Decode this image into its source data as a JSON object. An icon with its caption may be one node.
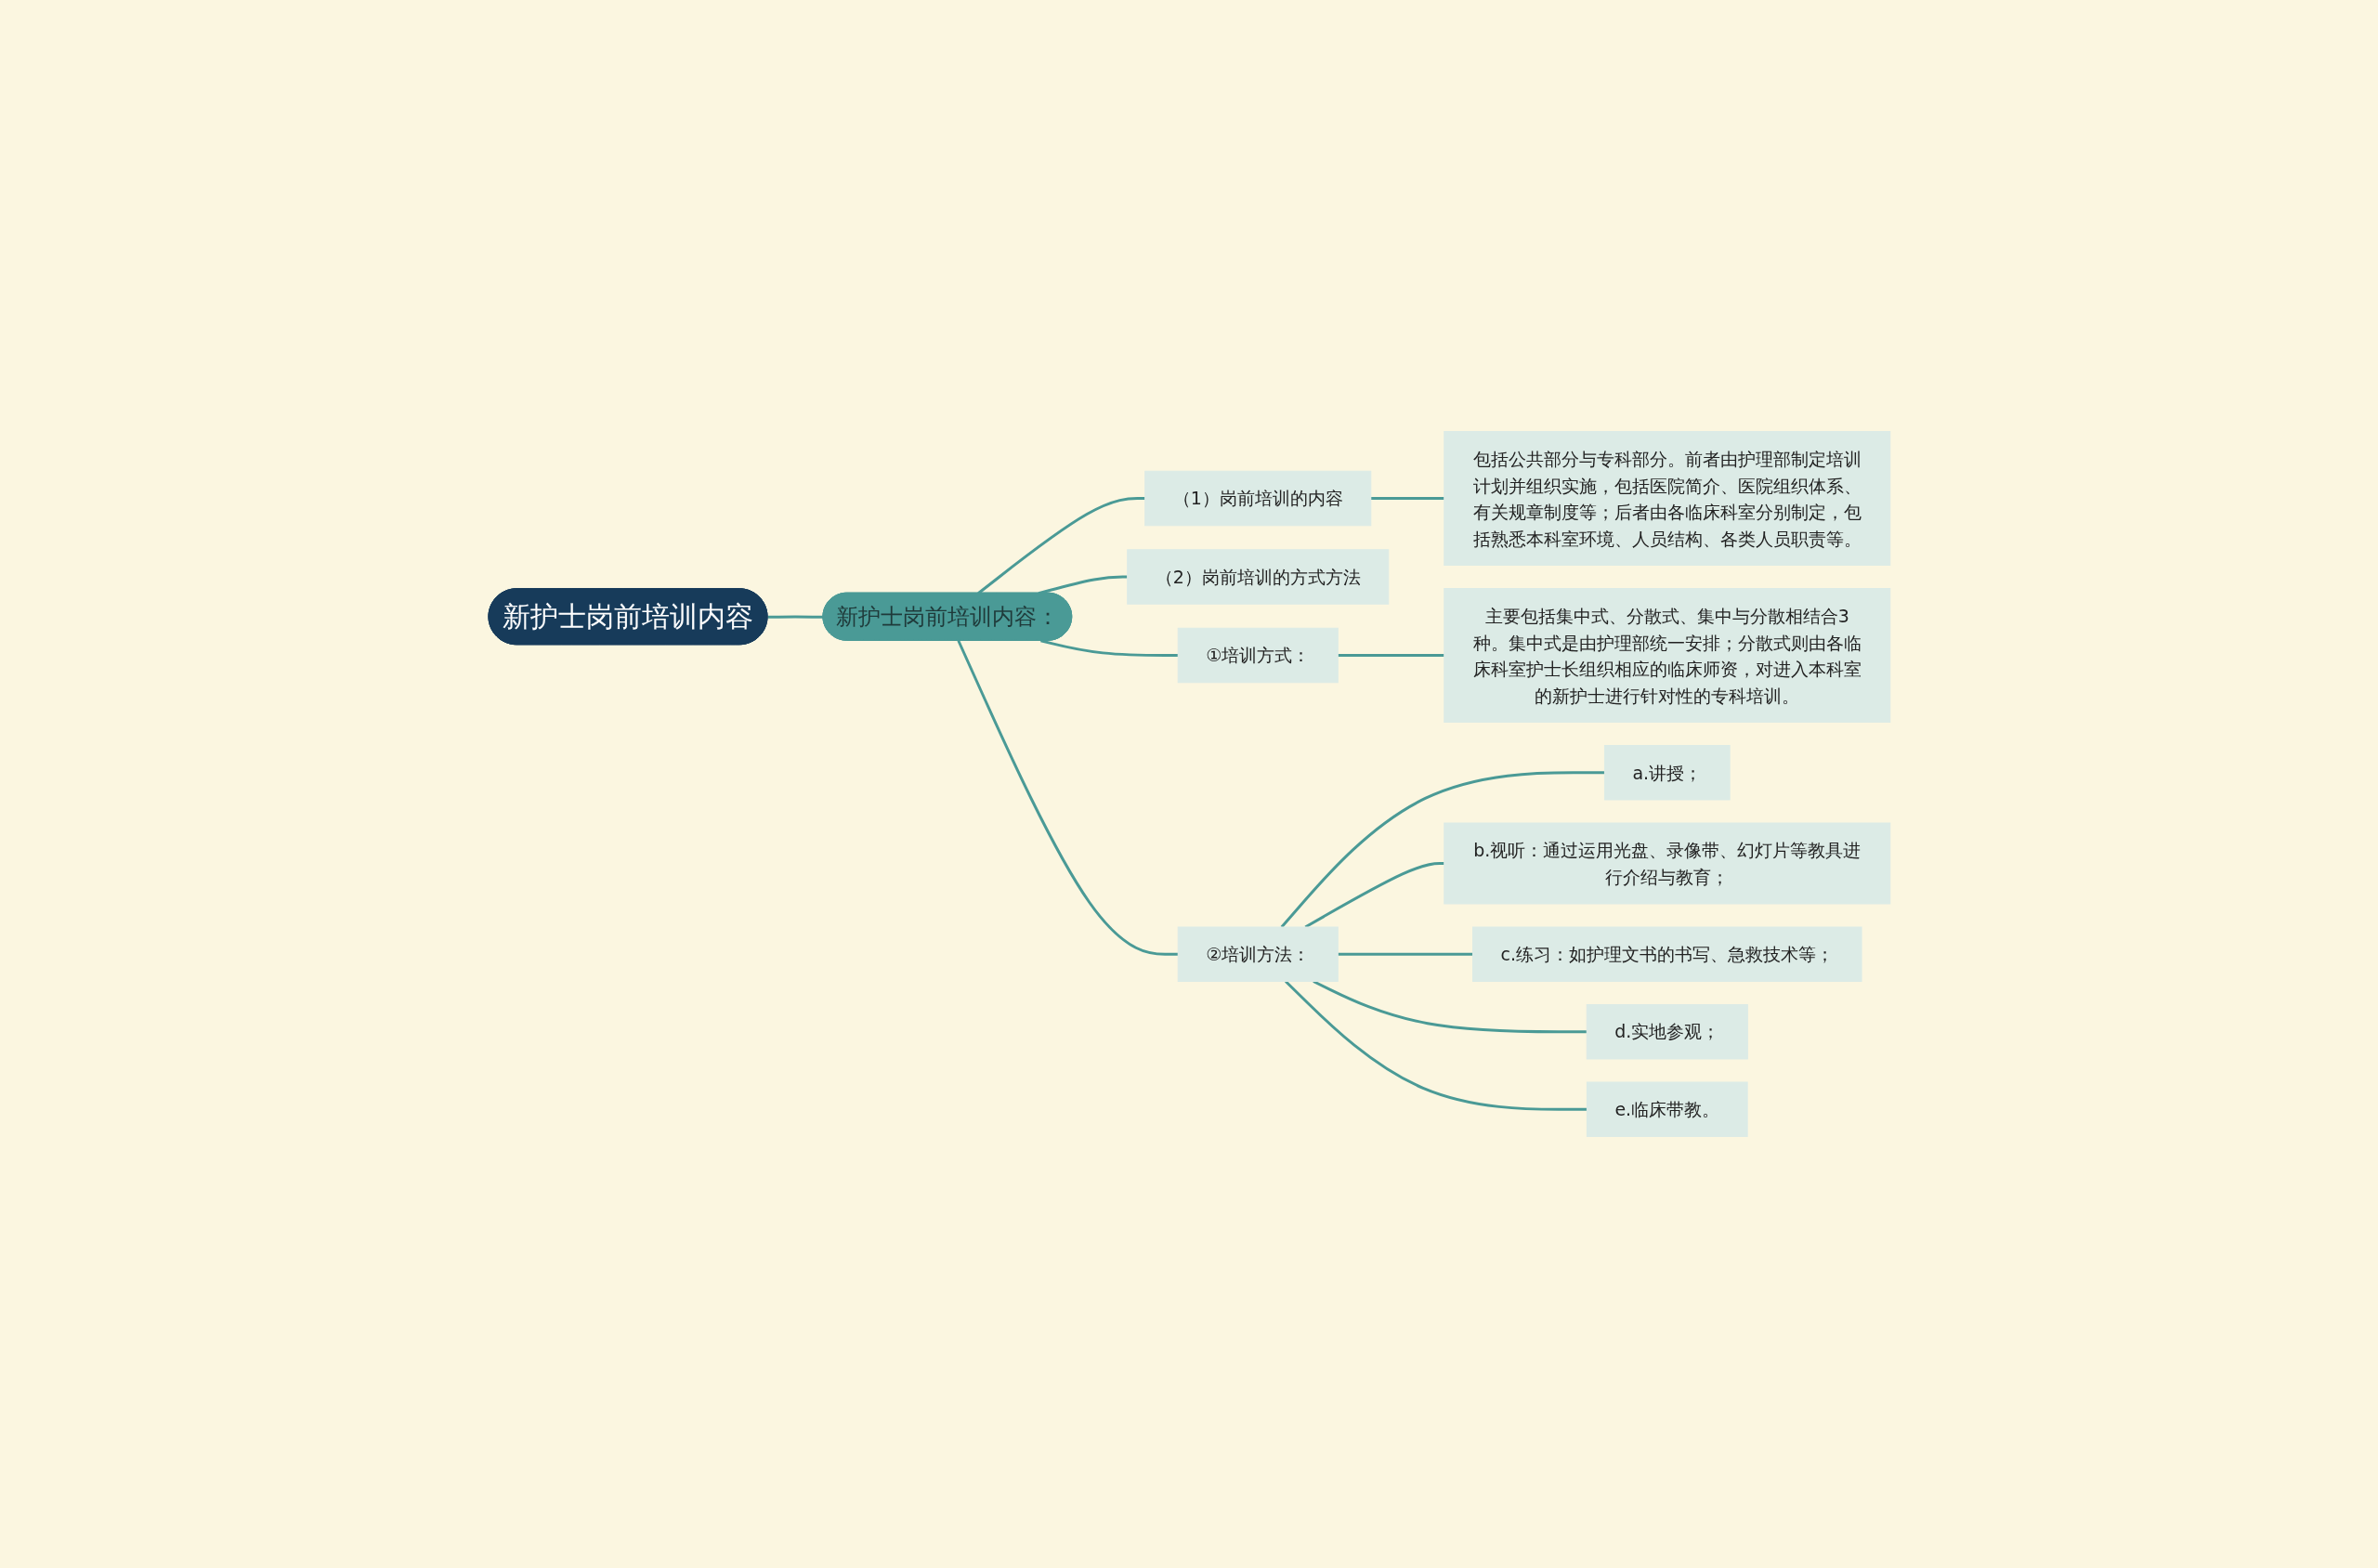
{
  "diagram": {
    "nodes": [
      {
        "text": [
          "新护士岗前培训内容"
        ]
      },
      {
        "text": [
          "新护士岗前培训内容："
        ]
      },
      {
        "text": [
          "（1）岗前培训的内容"
        ]
      },
      {
        "text": [
          "包括公共部分与专科部分。前者由护理部制定培训计划并组织实施，包括医院简介、医院组织体系、有关规章制度等；后者由各临床科室分别制定，包括熟悉本科室环境、人员结构、各类人员职责等。"
        ]
      },
      {
        "text": [
          "（2）岗前培训的方式方法"
        ]
      },
      {
        "text": [
          "①培训方式："
        ]
      },
      {
        "text": [
          "主要包括集中式、分散式、集中与分散相结合3种。集中式是由护理部统一安排；分散式则由各临床科室护士长组织相应的临床师资，对进入本科室的新护士进行针对性的专科培训。"
        ]
      },
      {
        "text": [
          "②培训方法："
        ]
      },
      {
        "text": [
          "a.讲授；"
        ]
      },
      {
        "text": [
          "b.视听：通过运用光盘、录像带、幻灯片等教具进行介绍与教育；"
        ]
      },
      {
        "text": [
          "c.练习：如护理文书的书写、急救技术等；"
        ]
      },
      {
        "text": [
          "d.实地参观；"
        ]
      },
      {
        "text": [
          "e.临床带教。"
        ]
      }
    ],
    "edges": [
      {
        "from": 0,
        "to": 1,
        "arrow": "none"
      },
      {
        "from": 1,
        "to": 2,
        "arrow": "none"
      },
      {
        "from": 2,
        "to": 3,
        "arrow": "none"
      },
      {
        "from": 1,
        "to": 4,
        "arrow": "none"
      },
      {
        "from": 1,
        "to": 5,
        "arrow": "none"
      },
      {
        "from": 5,
        "to": 6,
        "arrow": "none"
      },
      {
        "from": 1,
        "to": 7,
        "arrow": "none"
      },
      {
        "from": 7,
        "to": 8,
        "arrow": "none"
      },
      {
        "from": 7,
        "to": 9,
        "arrow": "none"
      },
      {
        "from": 7,
        "to": 10,
        "arrow": "none"
      },
      {
        "from": 7,
        "to": 11,
        "arrow": "none"
      },
      {
        "from": 7,
        "to": 12,
        "arrow": "none"
      }
    ]
  }
}
